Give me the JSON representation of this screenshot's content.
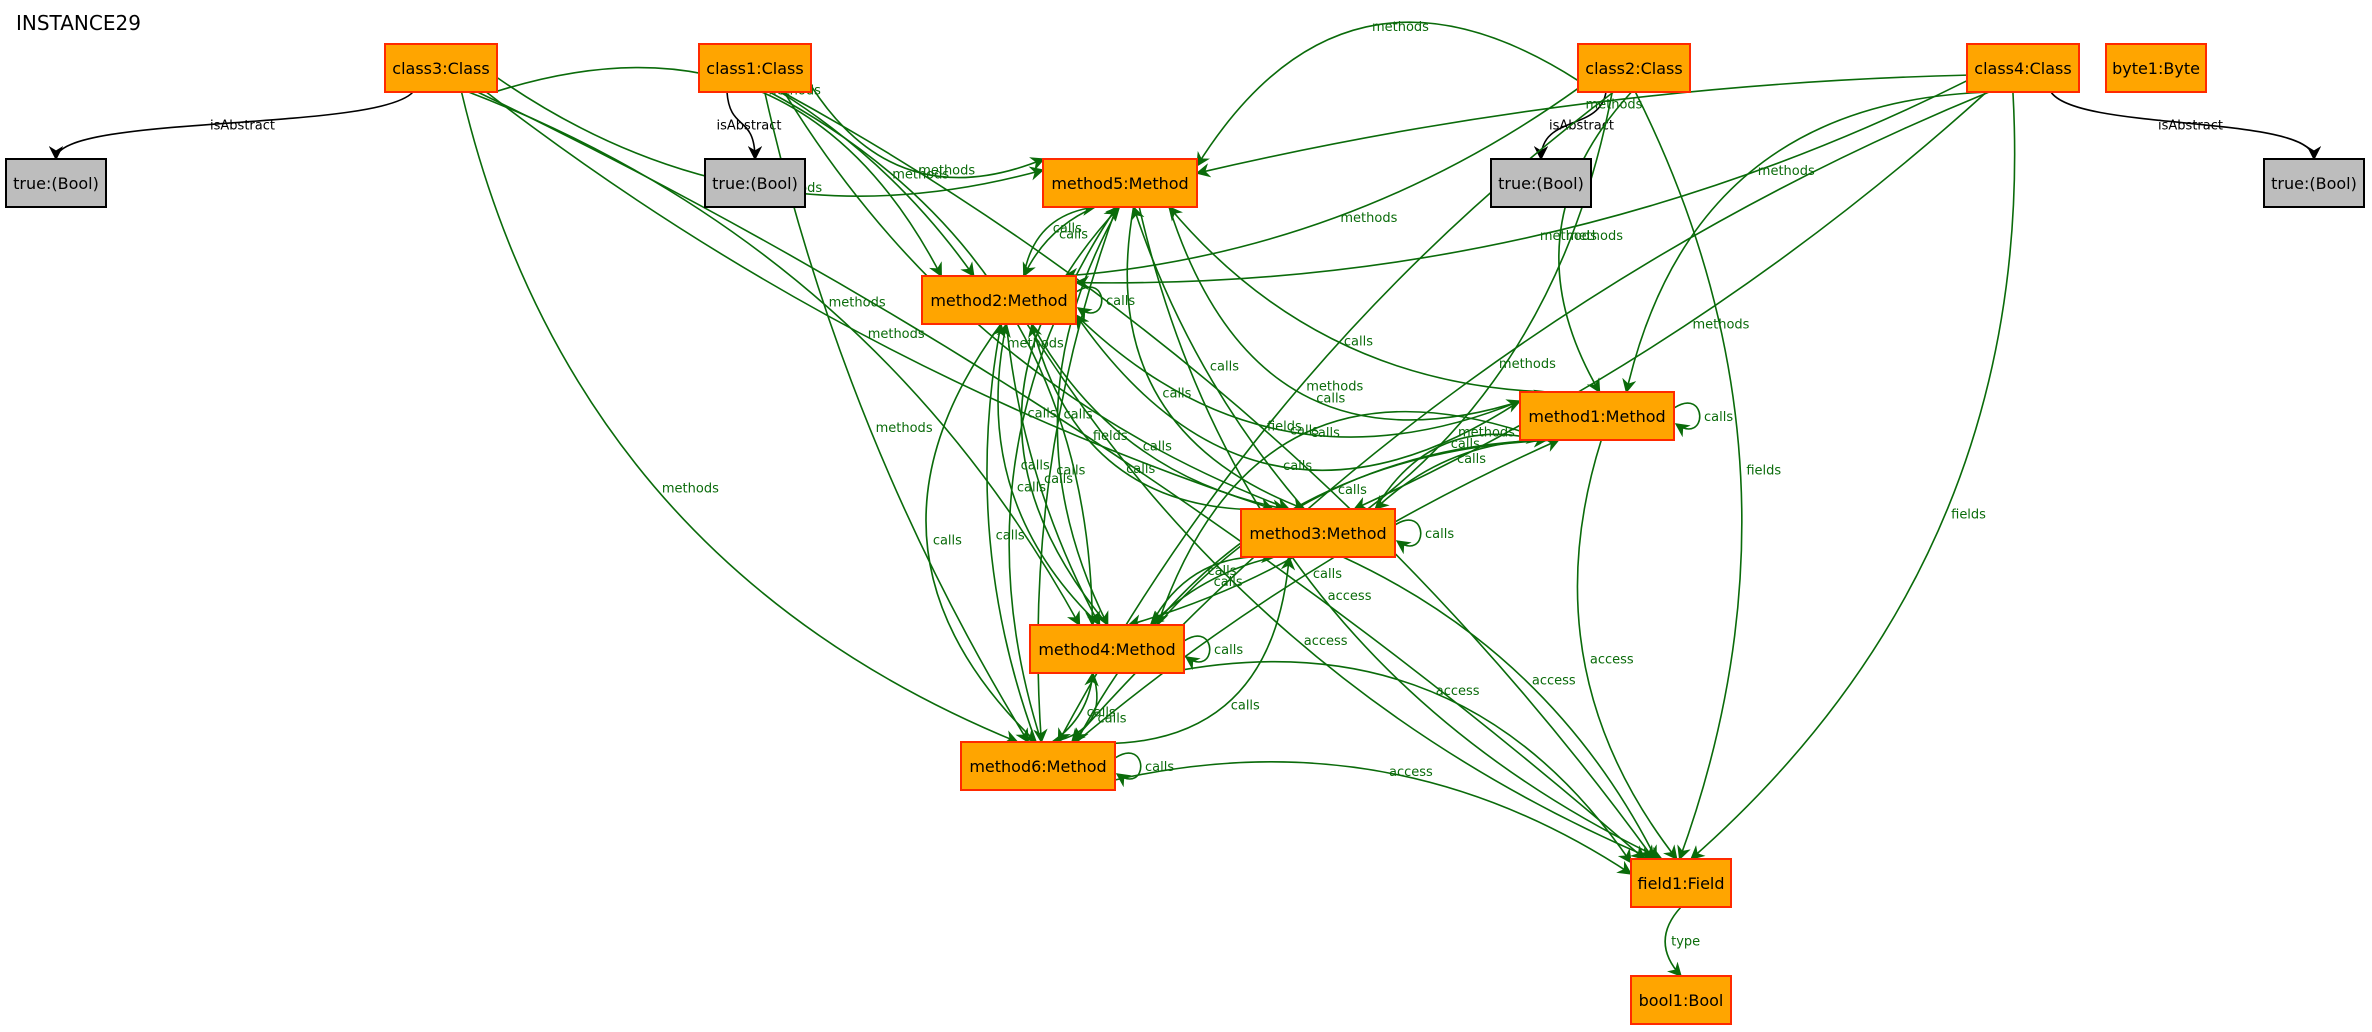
{
  "title": "INSTANCE29",
  "colors": {
    "class_fill": "#ffa500",
    "class_stroke": "#ff2a00",
    "bool_fill": "#bdbdbd",
    "bool_stroke": "#000000",
    "edge_green": "#0a6b0a",
    "edge_black": "#000000"
  },
  "nodes": [
    {
      "id": "class3",
      "label": "class3:Class",
      "kind": "class"
    },
    {
      "id": "class1",
      "label": "class1:Class",
      "kind": "class"
    },
    {
      "id": "class2",
      "label": "class2:Class",
      "kind": "class"
    },
    {
      "id": "class4",
      "label": "class4:Class",
      "kind": "class"
    },
    {
      "id": "byte1",
      "label": "byte1:Byte",
      "kind": "class"
    },
    {
      "id": "true1",
      "label": "true:(Bool)",
      "kind": "bool"
    },
    {
      "id": "true2",
      "label": "true:(Bool)",
      "kind": "bool"
    },
    {
      "id": "true3",
      "label": "true:(Bool)",
      "kind": "bool"
    },
    {
      "id": "true4",
      "label": "true:(Bool)",
      "kind": "bool"
    },
    {
      "id": "method5",
      "label": "method5:Method",
      "kind": "class"
    },
    {
      "id": "method2",
      "label": "method2:Method",
      "kind": "class"
    },
    {
      "id": "method1",
      "label": "method1:Method",
      "kind": "class"
    },
    {
      "id": "method3",
      "label": "method3:Method",
      "kind": "class"
    },
    {
      "id": "method4",
      "label": "method4:Method",
      "kind": "class"
    },
    {
      "id": "method6",
      "label": "method6:Method",
      "kind": "class"
    },
    {
      "id": "field1",
      "label": "field1:Field",
      "kind": "class"
    },
    {
      "id": "bool1",
      "label": "bool1:Bool",
      "kind": "class"
    }
  ],
  "edges": [
    {
      "from": "class3",
      "to": "true1",
      "label": "isAbstract"
    },
    {
      "from": "class1",
      "to": "true2",
      "label": "isAbstract"
    },
    {
      "from": "class2",
      "to": "true3",
      "label": "isAbstract"
    },
    {
      "from": "class4",
      "to": "true4",
      "label": "isAbstract"
    },
    {
      "from": "class3",
      "to": "method5",
      "label": "methods"
    },
    {
      "from": "class3",
      "to": "method2",
      "label": "methods"
    },
    {
      "from": "class3",
      "to": "method3",
      "label": "methods"
    },
    {
      "from": "class3",
      "to": "method4",
      "label": "methods"
    },
    {
      "from": "class3",
      "to": "method6",
      "label": "methods"
    },
    {
      "from": "class3",
      "to": "field1",
      "label": "fields"
    },
    {
      "from": "class1",
      "to": "method5",
      "label": "methods"
    },
    {
      "from": "class1",
      "to": "method2",
      "label": "methods"
    },
    {
      "from": "class1",
      "to": "method3",
      "label": "methods"
    },
    {
      "from": "class1",
      "to": "method4",
      "label": "methods"
    },
    {
      "from": "class1",
      "to": "method6",
      "label": "methods"
    },
    {
      "from": "class1",
      "to": "field1",
      "label": "fields"
    },
    {
      "from": "class2",
      "to": "method5",
      "label": "methods"
    },
    {
      "from": "class2",
      "to": "method2",
      "label": "methods"
    },
    {
      "from": "class2",
      "to": "method1",
      "label": "methods"
    },
    {
      "from": "class2",
      "to": "method4",
      "label": "methods"
    },
    {
      "from": "class2",
      "to": "method6",
      "label": "methods"
    },
    {
      "from": "class2",
      "to": "field1",
      "label": "fields"
    },
    {
      "from": "class4",
      "to": "method5",
      "label": "methods"
    },
    {
      "from": "class4",
      "to": "method2",
      "label": "methods"
    },
    {
      "from": "class4",
      "to": "method1",
      "label": "methods"
    },
    {
      "from": "class4",
      "to": "method3",
      "label": "methods"
    },
    {
      "from": "class4",
      "to": "method6",
      "label": "methods"
    },
    {
      "from": "class4",
      "to": "field1",
      "label": "fields"
    },
    {
      "from": "method5",
      "to": "method2",
      "label": "calls"
    },
    {
      "from": "method2",
      "to": "method5",
      "label": "calls"
    },
    {
      "from": "method5",
      "to": "method1",
      "label": "calls"
    },
    {
      "from": "method1",
      "to": "method5",
      "label": "calls"
    },
    {
      "from": "method5",
      "to": "method3",
      "label": "calls"
    },
    {
      "from": "method3",
      "to": "method5",
      "label": "calls"
    },
    {
      "from": "method5",
      "to": "method4",
      "label": "calls"
    },
    {
      "from": "method4",
      "to": "method5",
      "label": "calls"
    },
    {
      "from": "method5",
      "to": "method6",
      "label": "calls"
    },
    {
      "from": "method6",
      "to": "method5",
      "label": "calls"
    },
    {
      "from": "method5",
      "to": "field1",
      "label": "access"
    },
    {
      "from": "method2",
      "to": "method2",
      "label": "calls"
    },
    {
      "from": "method2",
      "to": "method1",
      "label": "calls"
    },
    {
      "from": "method1",
      "to": "method2",
      "label": "calls"
    },
    {
      "from": "method2",
      "to": "method3",
      "label": "calls"
    },
    {
      "from": "method3",
      "to": "method2",
      "label": "calls"
    },
    {
      "from": "method2",
      "to": "method4",
      "label": "calls"
    },
    {
      "from": "method4",
      "to": "method2",
      "label": "calls"
    },
    {
      "from": "method2",
      "to": "method6",
      "label": "calls"
    },
    {
      "from": "method6",
      "to": "method2",
      "label": "calls"
    },
    {
      "from": "method2",
      "to": "field1",
      "label": "access"
    },
    {
      "from": "method1",
      "to": "method1",
      "label": "calls"
    },
    {
      "from": "method1",
      "to": "method3",
      "label": "calls"
    },
    {
      "from": "method3",
      "to": "method1",
      "label": "calls"
    },
    {
      "from": "method1",
      "to": "method4",
      "label": "calls"
    },
    {
      "from": "method4",
      "to": "method1",
      "label": "calls"
    },
    {
      "from": "method1",
      "to": "method6",
      "label": "calls"
    },
    {
      "from": "method6",
      "to": "method1",
      "label": "calls"
    },
    {
      "from": "method1",
      "to": "field1",
      "label": "access"
    },
    {
      "from": "method3",
      "to": "method3",
      "label": "calls"
    },
    {
      "from": "method3",
      "to": "method4",
      "label": "calls"
    },
    {
      "from": "method4",
      "to": "method3",
      "label": "calls"
    },
    {
      "from": "method6",
      "to": "method3",
      "label": "calls"
    },
    {
      "from": "method3",
      "to": "field1",
      "label": "access"
    },
    {
      "from": "method4",
      "to": "method4",
      "label": "calls"
    },
    {
      "from": "method4",
      "to": "method6",
      "label": "calls"
    },
    {
      "from": "method6",
      "to": "method4",
      "label": "calls"
    },
    {
      "from": "method4",
      "to": "field1",
      "label": "access"
    },
    {
      "from": "method6",
      "to": "method6",
      "label": "calls"
    },
    {
      "from": "method6",
      "to": "field1",
      "label": "access"
    },
    {
      "from": "field1",
      "to": "bool1",
      "label": "type"
    }
  ]
}
